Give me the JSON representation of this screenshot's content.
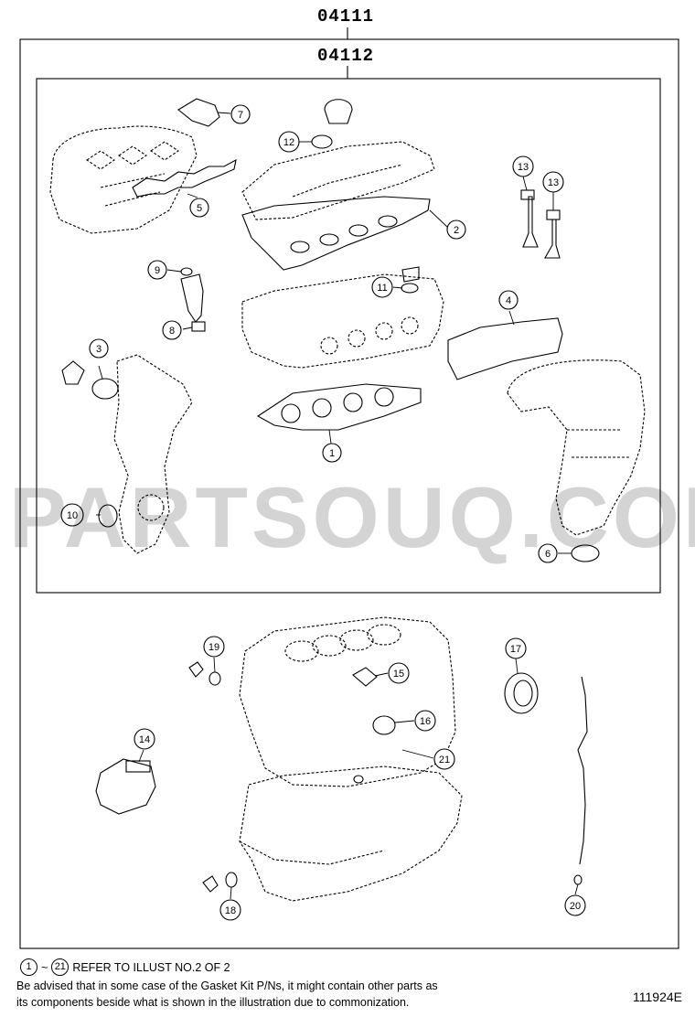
{
  "kit_codes": {
    "outer": "04111",
    "inner": "04112"
  },
  "callouts": [
    {
      "id": "c1",
      "label": "1"
    },
    {
      "id": "c2",
      "label": "2"
    },
    {
      "id": "c3",
      "label": "3"
    },
    {
      "id": "c4",
      "label": "4"
    },
    {
      "id": "c5",
      "label": "5"
    },
    {
      "id": "c6",
      "label": "6"
    },
    {
      "id": "c7",
      "label": "7"
    },
    {
      "id": "c8",
      "label": "8"
    },
    {
      "id": "c9",
      "label": "9"
    },
    {
      "id": "c10",
      "label": "10"
    },
    {
      "id": "c11",
      "label": "11"
    },
    {
      "id": "c12",
      "label": "12"
    },
    {
      "id": "c13a",
      "label": "13"
    },
    {
      "id": "c13b",
      "label": "13"
    },
    {
      "id": "c14",
      "label": "14"
    },
    {
      "id": "c15",
      "label": "15"
    },
    {
      "id": "c16",
      "label": "16"
    },
    {
      "id": "c17",
      "label": "17"
    },
    {
      "id": "c18",
      "label": "18"
    },
    {
      "id": "c19",
      "label": "19"
    },
    {
      "id": "c20",
      "label": "20"
    },
    {
      "id": "c21",
      "label": "21"
    }
  ],
  "notes": {
    "range_start": "1",
    "range_tilde": "~",
    "range_end": "21",
    "range_text": "REFER TO ILLUST NO.2 OF 2",
    "line2": "Be advised that in some case of the Gasket Kit P/Ns, it might contain other parts as",
    "line3": "its components beside what is shown in the illustration due to commonization."
  },
  "figure_id": "111924E",
  "watermark": "PARTSOUQ.COM"
}
